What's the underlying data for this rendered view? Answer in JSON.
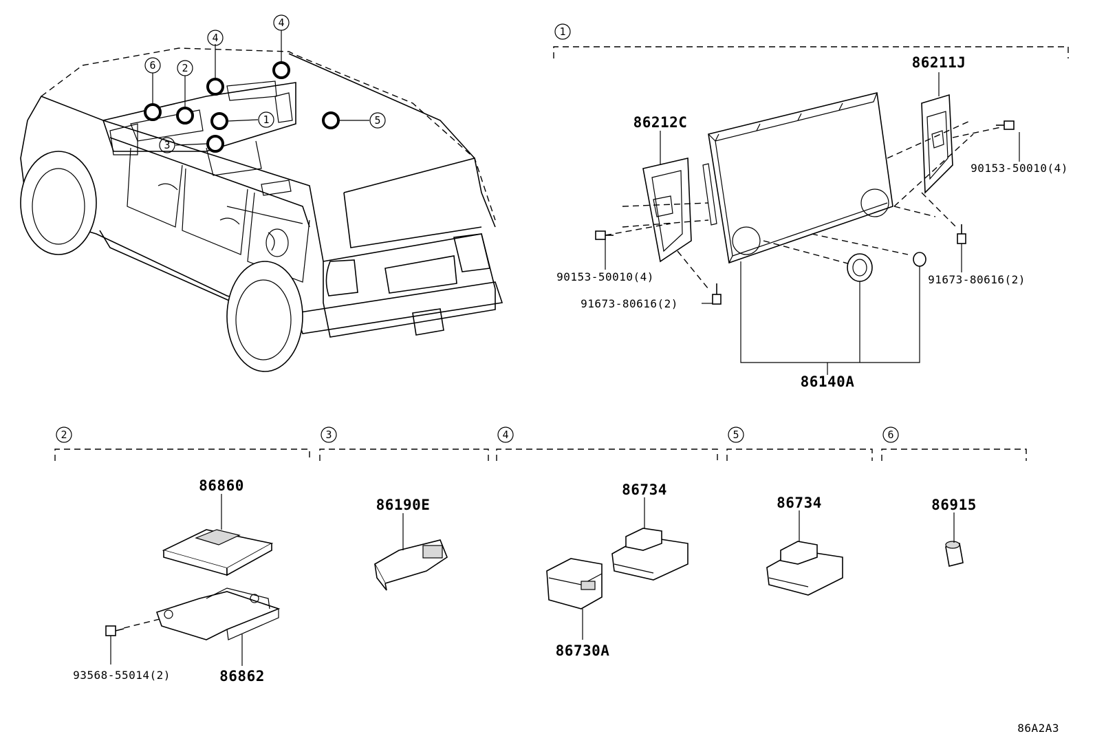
{
  "diagram_id": "86A2A3",
  "callouts": {
    "c1": "1",
    "c2": "2",
    "c3": "3",
    "c4": "4",
    "c5": "5",
    "c6": "6"
  },
  "group1": {
    "label": "1",
    "parts": {
      "bracket_right": "86211J",
      "bracket_left": "86212C",
      "bolt_right": "90153-50010(4)",
      "bolt_left": "90153-50010(4)",
      "screw_left": "91673-80616(2)",
      "screw_right": "91673-80616(2)",
      "display": "86140A"
    }
  },
  "group2": {
    "label": "2",
    "parts": {
      "module": "86860",
      "bracket": "86862",
      "screw": "93568-55014(2)"
    }
  },
  "group3": {
    "label": "3",
    "parts": {
      "unit": "86190E"
    }
  },
  "group4": {
    "label": "4",
    "parts": {
      "upper": "86734",
      "lower": "86730A"
    }
  },
  "group5": {
    "label": "5",
    "parts": {
      "unit": "86734"
    }
  },
  "group6": {
    "label": "6",
    "parts": {
      "unit": "86915"
    }
  }
}
